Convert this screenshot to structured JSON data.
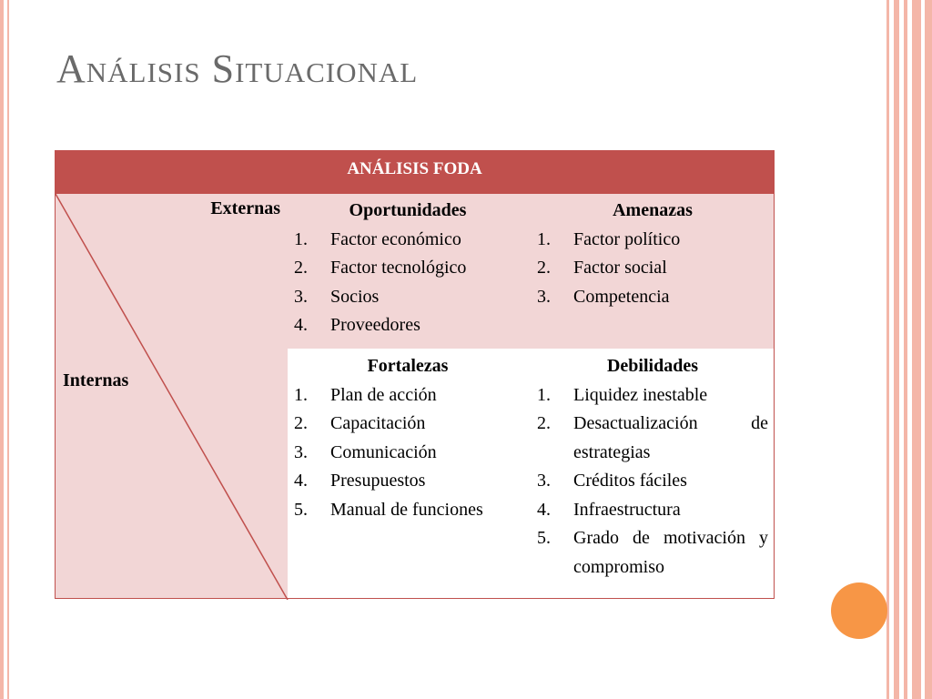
{
  "slide": {
    "title": "Análisis Situacional"
  },
  "table": {
    "header": "ANÁLISIS FODA",
    "externas_label": "Externas",
    "internas_label": "Internas",
    "oportunidades": {
      "title": "Oportunidades",
      "items": [
        "Factor económico",
        "Factor tecnológico",
        "Socios",
        "Proveedores"
      ]
    },
    "amenazas": {
      "title": "Amenazas",
      "items": [
        "Factor político",
        "Factor social",
        "Competencia"
      ]
    },
    "fortalezas": {
      "title": "Fortalezas",
      "items": [
        "Plan de acción",
        "Capacitación",
        "Comunicación",
        "Presupuestos",
        "Manual de funciones"
      ]
    },
    "debilidades": {
      "title": "Debilidades",
      "items": [
        "Liquidez inestable",
        "Desactualización de estrategias",
        "Créditos fáciles",
        "Infraestructura",
        "Grado de motivación y compromiso"
      ]
    }
  },
  "colors": {
    "header_bg": "#c0504d",
    "cell_bg": "#f2d6d6",
    "accent_circle": "#f79646",
    "stripe": "#f4b6a8"
  }
}
